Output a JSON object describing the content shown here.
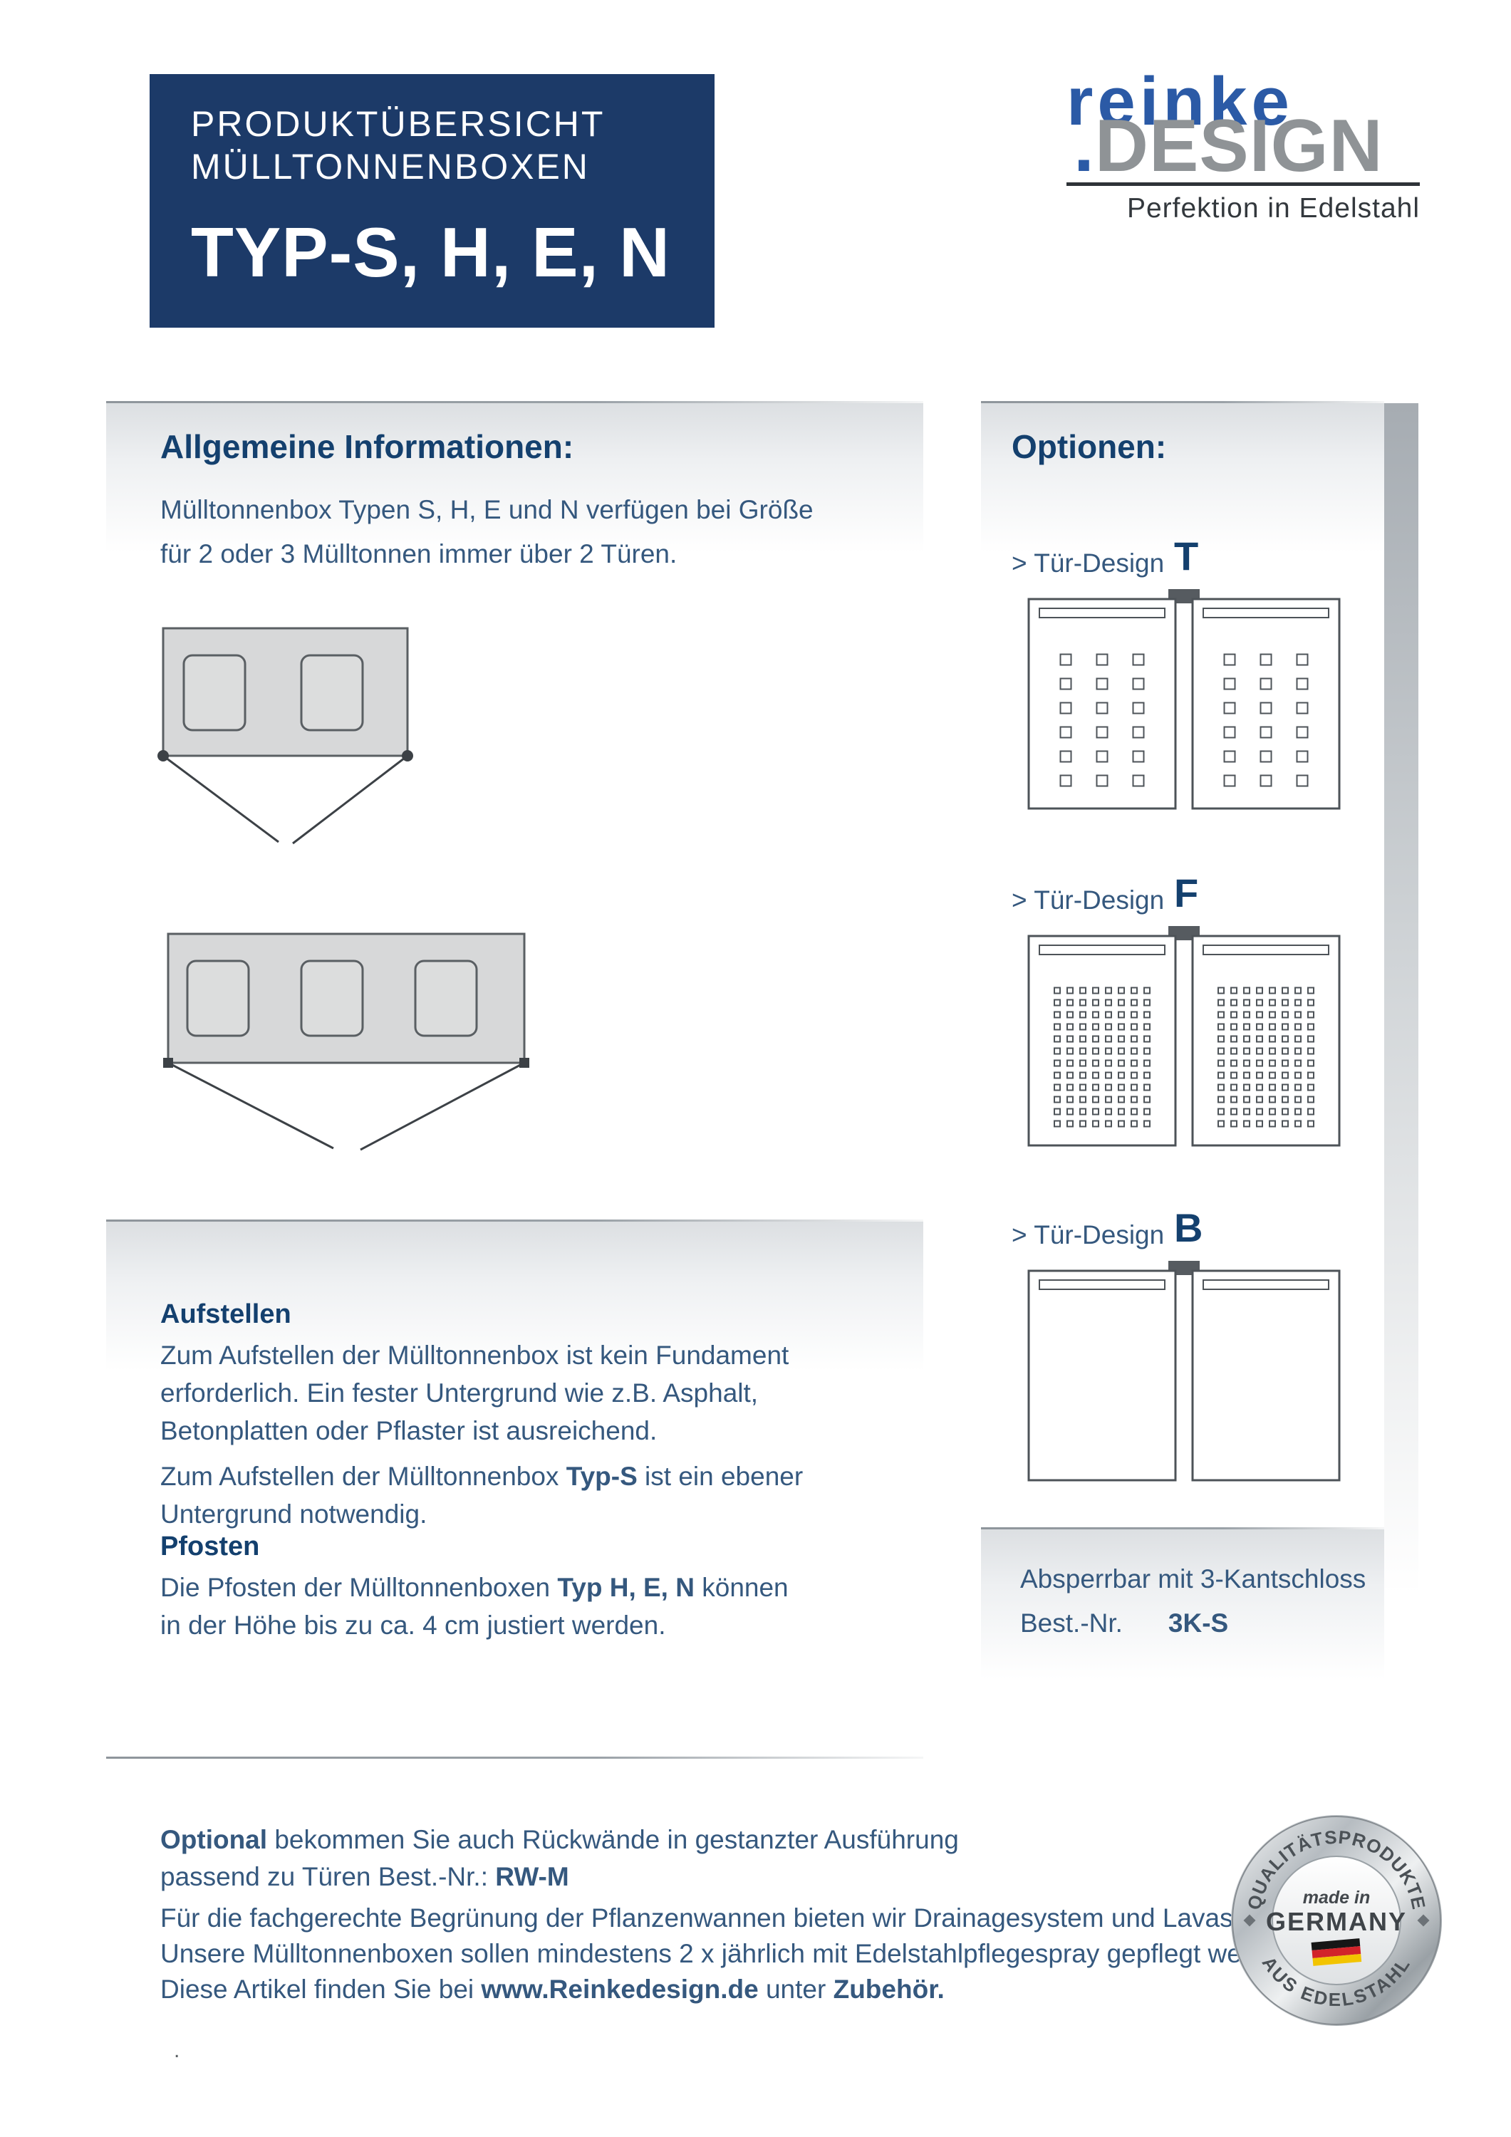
{
  "header": {
    "eyebrow_line1": "PRODUKTÜBERSICHT",
    "eyebrow_line2": "MÜLLTONNENBOXEN",
    "title": "TYP-S, H, E, N"
  },
  "logo": {
    "name": "reinke",
    "dot": ".",
    "suffix": "DESIGN",
    "tagline": "Perfektion in Edelstahl"
  },
  "general": {
    "heading": "Allgemeine Informationen:",
    "intro": [
      "Mülltonnenbox Typen S, H, E und N verfügen bei Größe",
      "für 2 oder 3 Mülltonnen immer über 2 Türen."
    ],
    "diagrams": [
      {
        "bins": 2
      },
      {
        "bins": 3
      }
    ],
    "aufstellen": {
      "title": "Aufstellen",
      "p1": [
        "Zum Aufstellen der Mülltonnenbox ist kein Fundament",
        "erforderlich. Ein fester Untergrund wie z.B. Asphalt,",
        "Betonplatten oder Pflaster ist ausreichend."
      ],
      "p2_pre": "Zum Aufstellen der Mülltonnenbox ",
      "p2_bold": "Typ-S",
      "p2_post": " ist ein ebener",
      "p2_line2": "Untergrund notwendig."
    },
    "pfosten": {
      "title": "Pfosten",
      "pre": "Die Pfosten der Mülltonnenboxen ",
      "bold": "Typ H, E, N",
      "post": " können",
      "line2": "in der Höhe bis zu ca. 4 cm justiert werden."
    }
  },
  "options": {
    "heading": "Optionen:",
    "designs": [
      {
        "label": "> Tür-Design",
        "letter": "T",
        "pattern": {
          "cols": 3,
          "rows": 6,
          "size": 15,
          "gapx": 36,
          "gapy": 19
        }
      },
      {
        "label": "> Tür-Design",
        "letter": "F",
        "pattern": {
          "cols": 8,
          "rows": 12,
          "size": 8,
          "gapx": 10,
          "gapy": 9
        }
      },
      {
        "label": "> Tür-Design",
        "letter": "B",
        "pattern": null
      }
    ],
    "lock_note": "Absperrbar mit 3-Kantschloss",
    "order_label": "Best.-Nr.",
    "order_value": "3K-S"
  },
  "footer": {
    "l1_bold": "Optional",
    "l1_rest": " bekommen Sie auch Rückwände in gestanzter Ausführung",
    "l2_pre": "passend zu Türen Best.-Nr.: ",
    "l2_bold": "RW-M",
    "l3": "Für die fachgerechte Begrünung der Pflanzenwannen bieten wir Drainagesystem und Lavasubstrat.",
    "l4": "Unsere Mülltonnenboxen sollen mindestens 2 x jährlich mit Edelstahlpflegespray gepflegt werden.",
    "l5_pre": "Diese Artikel finden Sie bei ",
    "l5_link": "www.Reinkedesign.de",
    "l5_mid": " unter ",
    "l5_bold": "Zubehör.",
    "page_mark": "."
  },
  "badge": {
    "arc_top": "QUALITÄTSPRODUKTE",
    "made_in": "made in",
    "country": "GERMANY",
    "arc_bottom": "AUS EDELSTAHL"
  },
  "colors": {
    "navy": "#1c3a68",
    "heading_blue": "#14406e",
    "body_blue": "#35587e",
    "logo_blue": "#2b5aa6",
    "logo_gray": "#8f9396",
    "flag_black": "#161616",
    "flag_red": "#d2232a",
    "flag_gold": "#f2c400"
  }
}
